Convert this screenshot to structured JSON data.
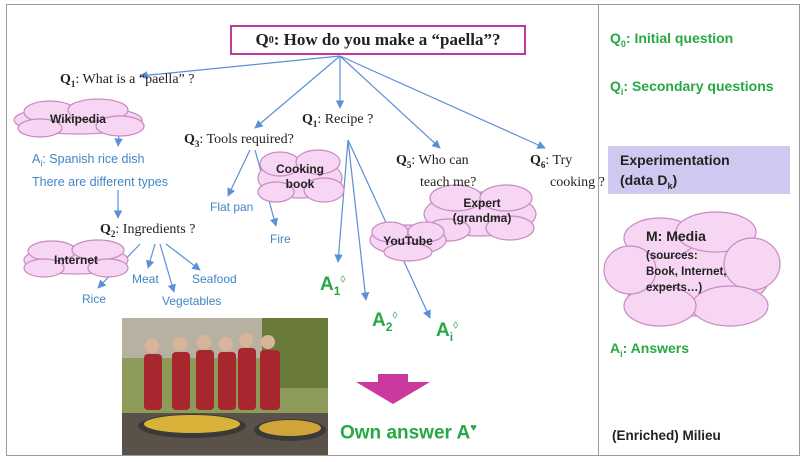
{
  "main_question": {
    "label": "Q",
    "sub": "0",
    "text": ": How do you make a “paella”?"
  },
  "questions": {
    "q1": {
      "label": "Q",
      "sub": "1",
      "text": ": What is a “paella” ?"
    },
    "q3": {
      "label": "Q",
      "sub": "3",
      "text": ": Tools required?"
    },
    "q4": {
      "label": "Q",
      "sub": "1",
      "text": ": Recipe ?"
    },
    "q5": {
      "label": "Q",
      "sub": "5",
      "line1": ": Who can",
      "line2": "teach me?"
    },
    "q6": {
      "label": "Q",
      "sub": "6",
      "line1": ": Try",
      "line2": "cooking ?"
    },
    "q2": {
      "label": "Q",
      "sub": "2",
      "text": ": Ingredients ?"
    }
  },
  "answer_text": {
    "label": "A",
    "sub": "i",
    "line1": ": Spanish rice dish",
    "line2": "There are different types"
  },
  "leaves": {
    "flat_pan": "Flat pan",
    "fire": "Fire",
    "rice": "Rice",
    "meat": "Meat",
    "seafood": "Seafood",
    "vegetables": "Vegetables"
  },
  "clouds": {
    "wikipedia": "Wikipedia",
    "cooking_book_1": "Cooking",
    "cooking_book_2": "book",
    "youtube": "YouTube",
    "expert_1": "Expert",
    "expert_2": "(grandma)",
    "internet": "Internet"
  },
  "answers": {
    "a1": {
      "label": "A",
      "sub": "1",
      "sup": "◊"
    },
    "a2": {
      "label": "A",
      "sub": "2",
      "sup": "◊"
    },
    "ai": {
      "label": "A",
      "sub": "i",
      "sup": "◊"
    }
  },
  "own_answer": {
    "text": "Own answer  A",
    "sup": "♥"
  },
  "legend": {
    "q0": {
      "label": "Q",
      "sub": "0",
      "text": ":  Initial question"
    },
    "qi": {
      "label": "Q",
      "sub": "i",
      "text": ":  Secondary questions"
    },
    "experimentation_line1": "Experimentation",
    "experimentation_line2_a": "(data D",
    "experimentation_line2_sub": "k",
    "experimentation_line2_b": ")",
    "media_title": "M: Media",
    "media_line1": "(sources:",
    "media_line2": "Book, Internet,",
    "media_line3": "experts…)",
    "answers": {
      "label": "A",
      "sub": "i",
      "text": ":  Answers"
    },
    "milieu": "(Enriched) Milieu"
  },
  "colors": {
    "arrow": "#5b8fd6",
    "cloud_fill": "#f6d6f2",
    "cloud_stroke": "#c88ac0",
    "highlight_border": "#c2389b",
    "green_text": "#28a745",
    "blue_text": "#3f86c8",
    "experimentation_fill": "#d0c8f0",
    "big_arrow": "#c9399e"
  }
}
